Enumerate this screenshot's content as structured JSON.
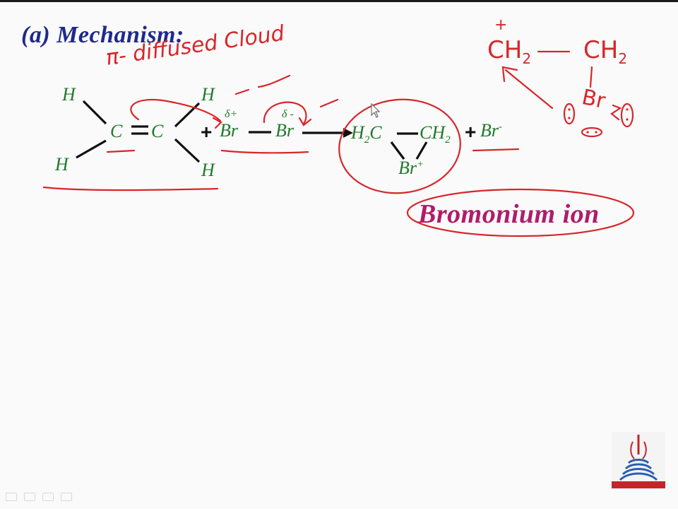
{
  "slide": {
    "heading": "(a) Mechanism:"
  },
  "annotations": {
    "pi_cloud": "π- diffused Cloud"
  },
  "reaction": {
    "h_top_left": "H",
    "h_bottom_left": "H",
    "h_top_right": "H",
    "h_bottom_right": "H",
    "c_left": "C",
    "c_right": "C",
    "plus1": "+",
    "br1": "Br",
    "br1_partial": "δ+",
    "br2": "Br",
    "br2_partial": "δ -",
    "product_left": "H",
    "product_left_sub": "2",
    "product_left_c": "C",
    "product_right": "CH",
    "product_right_sub": "2",
    "product_br": "Br",
    "product_br_sup": "+",
    "plus2": "+",
    "br_anion": "Br",
    "br_anion_sup": "-"
  },
  "label": {
    "bromonium": "Bromonium ion"
  },
  "sketch": {
    "ch2_left": "CH",
    "ch2_left_sub": "2",
    "ch2_left_charge": "+",
    "ch2_right": "CH",
    "ch2_right_sub": "2",
    "br": "Br"
  },
  "colors": {
    "heading": "#1f2a8c",
    "chem": "#1f7a2a",
    "ink": "#d8262a",
    "label": "#b01c6a"
  }
}
